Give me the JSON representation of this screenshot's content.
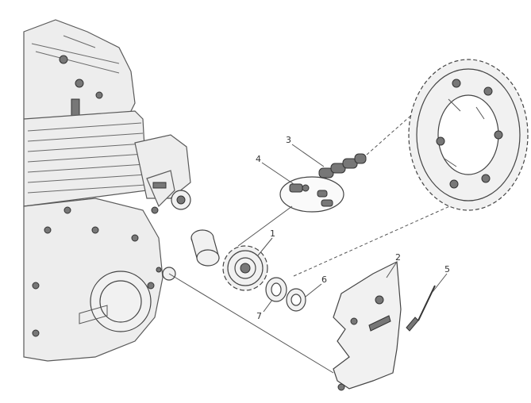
{
  "callouts": [
    {
      "id": "1",
      "label": "1"
    },
    {
      "id": "2",
      "label": "2"
    },
    {
      "id": "3",
      "label": "3"
    },
    {
      "id": "4",
      "label": "4"
    },
    {
      "id": "5",
      "label": "5"
    },
    {
      "id": "6",
      "label": "6"
    },
    {
      "id": "7",
      "label": "7"
    }
  ],
  "icons": {
    "engine": "engine-block-icon",
    "front_sprocket": "front-sprocket-icon",
    "rear_sprocket": "rear-sprocket-icon",
    "chain_segment": "chain-segment-icon",
    "master_link": "chain-master-link-icon",
    "spacer": "spacer-bushing-icon",
    "sprocket_cover": "sprocket-cover-icon",
    "screw": "screw-icon",
    "washer": "washer-icon",
    "nut": "nut-icon"
  },
  "colors": {
    "line": "#555555",
    "part_fill": "#f1f1f1",
    "background": "#ffffff"
  }
}
